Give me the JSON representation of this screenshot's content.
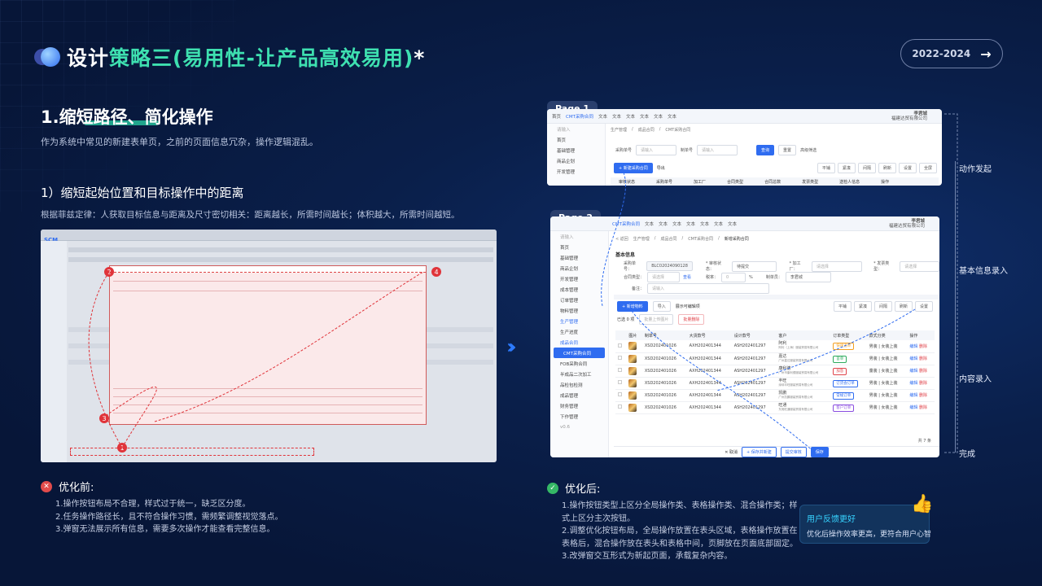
{
  "title": {
    "part1": "设计",
    "part2": "策略三(易用性-让产品高效易用)",
    "star": "*"
  },
  "year": "2022-2024",
  "year_arrow": "→",
  "section": {
    "title": "1.缩短路径、简化操作",
    "desc": "作为系统中常见的新建表单页，之前的页面信息冗杂，操作逻辑混乱。"
  },
  "sub1": {
    "title": "1）缩短起始位置和目标操作中的距离",
    "desc": "根据菲兹定律：人获取目标信息与距离及尺寸密切相关：距离越长，所需时间越长；体积越大，所需时间越短。"
  },
  "old_shot": {
    "logo": "SCM",
    "badges": [
      "1",
      "2",
      "3",
      "4"
    ]
  },
  "before": {
    "label": "优化前:",
    "icon": "✕",
    "items": [
      "1.操作按钮布局不合理，样式过于统一，缺乏区分度。",
      "2.任务操作路径长，且不符合操作习惯，需频繁调整视觉落点。",
      "3.弹窗无法展示所有信息，需要多次操作才能查看完整信息。"
    ]
  },
  "after": {
    "label": "优化后:",
    "icon": "✓",
    "items": [
      "1.操作按钮类型上区分全局操作类、表格操作类、混合操作类；样",
      "式上区分主次按钮。",
      "2.调整优化按钮布局，全局操作放置在表头区域，表格操作放置在",
      "表格后，混合操作放在表头和表格中间，页脚放在页面底部固定。",
      "3.改弹窗交互形式为新起页面，承载复杂内容。"
    ]
  },
  "page1": {
    "tag": "Page 1",
    "tabs": [
      "首页",
      "CMT采购合同",
      "文本",
      "文本",
      "文本",
      "文本",
      "文本",
      "文本"
    ],
    "user": "李君城",
    "company": "福建达贸有限公司",
    "search_ph": "请输入",
    "breadcrumb": [
      "生产管理",
      "成品合同",
      "CMT采购合同"
    ],
    "filter": [
      "采购单号",
      "请输入",
      "制单号",
      "请输入"
    ],
    "query": "查询",
    "reset": "重置",
    "advanced": "高级筛选",
    "new_btn": "+ 新建采购合同",
    "export": "导出",
    "tools": [
      "平铺",
      "紧凑",
      "间隔",
      "刷新",
      "设置",
      "全屏"
    ],
    "side": [
      "首页",
      "基础管理",
      "商品企划",
      "开发管理"
    ],
    "cols": [
      "审核状态",
      "采购单号",
      "加工厂",
      "合同类型",
      "合同总数",
      "发票类型",
      "送检人信息",
      "操作"
    ]
  },
  "page2": {
    "tag": "Page 2",
    "tabs": [
      "CMT采购合同",
      "文本",
      "文本",
      "文本",
      "文本",
      "文本",
      "文本",
      "文本"
    ],
    "user": "李君城",
    "company": "福建达贸有限公司",
    "search_ph": "请输入",
    "back": "< 返回",
    "breadcrumb": [
      "生产管理",
      "成品合同",
      "CMT采购合同",
      "新增采购合同"
    ],
    "section": "基本信息",
    "fields": {
      "no_label": "采购单号：",
      "no_val": "BLC02024090128",
      "audit_label": "* 审核状态：",
      "audit_val": "待提交",
      "factory_label": "* 加工厂：",
      "factory_ph": "请选择",
      "invoice_label": "* 发票类型：",
      "invoice_ph": "请选择",
      "ctype_label": "合同类型：",
      "ctype_ph": "请选择",
      "view": "查看",
      "tax_label": "税率：",
      "tax_val": "0",
      "pct": "%",
      "maker_label": "制单员：",
      "maker_val": "李君城",
      "remark_label": "备注：",
      "remark_ph": "请输入"
    },
    "new_item": "+ 新增物料",
    "import": "导入",
    "editable": "展示可编辑项",
    "tools": [
      "平铺",
      "紧凑",
      "间隔",
      "刷新",
      "设置"
    ],
    "selected": "已选 0 项",
    "batch1": "批量上传图片",
    "batch2": "批量删除",
    "side": [
      "首页",
      "基础管理",
      "商品企划",
      "开发管理",
      "成本管理",
      "订单管理",
      "物料管理",
      "生产管理",
      "生产进度",
      "成品合同",
      "CMT采购合同",
      "FOB采购合同",
      "半成品二次加工",
      "品检包检测",
      "成品管理",
      "财务管理",
      "下作管理"
    ],
    "version": "v0.6",
    "cols": [
      "图片",
      "制单号",
      "大货款号",
      "设计款号",
      "客户",
      "订单类型",
      "款式分类",
      "操作"
    ],
    "rows": [
      {
        "order": "XSD202401026",
        "big": "AXH202401344",
        "design": "ASH202401297",
        "cname": "阿利",
        "cdesc": "阿利（上海）服装贸易有限公司",
        "type": "快速追单",
        "tcolor": "#f4a020",
        "cat1": "男装",
        "cat2": "女装上装",
        "edit": "编辑",
        "del": "删除"
      },
      {
        "order": "XSD202401026",
        "big": "AXH202401344",
        "design": "ASH202401297",
        "cname": "嘉达",
        "cdesc": "广州嘉达服装贸易有限公司",
        "type": "首单",
        "tcolor": "#2cab5c",
        "cat1": "男装",
        "cat2": "女装上装",
        "edit": "编辑",
        "del": "删除"
      },
      {
        "order": "XSD202401026",
        "big": "AXH202401344",
        "design": "ASH202401297",
        "cname": "康利德",
        "cdesc": "广州市康利德服装贸易有限公司",
        "type": "加急",
        "tcolor": "#e0434a",
        "cat1": "童装",
        "cat2": "女装上装",
        "edit": "编辑",
        "del": "删除"
      },
      {
        "order": "XSD202401026",
        "big": "AXH202401344",
        "design": "ASH202401297",
        "cname": "丰旺",
        "cdesc": "深圳丰旺服装贸易有限公司",
        "type": "订货会订单",
        "tcolor": "#2f6cf0",
        "cat1": "男装",
        "cat2": "女装上装",
        "edit": "编辑",
        "del": "删除"
      },
      {
        "order": "XSD202401026",
        "big": "AXH202401344",
        "design": "ASH202401297",
        "cname": "凯鹏",
        "cdesc": "广州凯鹏服装贸易有限公司",
        "type": "常规订单",
        "tcolor": "#2f6cf0",
        "cat1": "男装",
        "cat2": "女装上装",
        "edit": "编辑",
        "del": "删除"
      },
      {
        "order": "XSD202401026",
        "big": "AXH202401344",
        "design": "ASH202401297",
        "cname": "旺通",
        "cdesc": "东莞旺通服装贸易有限公司",
        "type": "客户订单",
        "tcolor": "#8a4de0",
        "cat1": "男装",
        "cat2": "女装上装",
        "edit": "编辑",
        "del": "删除"
      }
    ],
    "total": "共 7 条",
    "footer": {
      "cancel": "✕ 取消",
      "save_new": "+ 保存并新建",
      "submit": "提交审核",
      "save": "保存"
    }
  },
  "timeline": [
    "动作发起",
    "基本信息录入",
    "内容录入",
    "完成"
  ],
  "feedback": {
    "title": "用户反馈更好",
    "body": "优化后操作效率更高，更符合用户心智",
    "icon": "👍"
  }
}
